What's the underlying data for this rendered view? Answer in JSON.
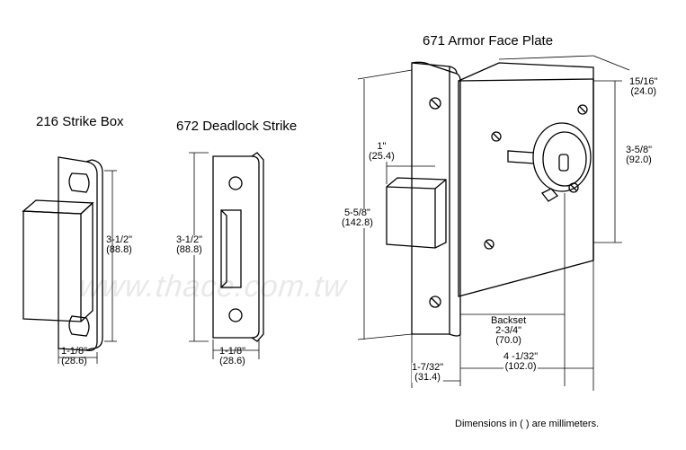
{
  "titles": {
    "strike_box": "216 Strike Box",
    "deadlock_strike": "672 Deadlock Strike",
    "armor_face_plate": "671 Armor Face Plate"
  },
  "dimensions": {
    "strike_box_height": {
      "imperial": "3-1/2\"",
      "metric": "(88.8)"
    },
    "strike_box_width": {
      "imperial": "1-1/8\"",
      "metric": "(28.6)"
    },
    "deadlock_height": {
      "imperial": "3-1/2\"",
      "metric": "(88.8)"
    },
    "deadlock_width": {
      "imperial": "1-1/8\"",
      "metric": "(28.6)"
    },
    "bolt_throw": {
      "imperial": "1\"",
      "metric": "(25.4)"
    },
    "faceplate_height": {
      "imperial": "5-5/8\"",
      "metric": "(142.8)"
    },
    "faceplate_width": {
      "imperial": "1-7/32\"",
      "metric": "(31.4)"
    },
    "case_depth": {
      "imperial": "15/16\"",
      "metric": "(24.0)"
    },
    "case_height": {
      "imperial": "3-5/8\"",
      "metric": "(92.0)"
    },
    "backset": {
      "label": "Backset",
      "imperial": "2-3/4\"",
      "metric": "(70.0)"
    },
    "case_width": {
      "imperial": "4 -1/32\"",
      "metric": "(102.0)"
    }
  },
  "footnote": "Dimensions in (    ) are millimeters.",
  "watermark": "www.thace.com.tw"
}
